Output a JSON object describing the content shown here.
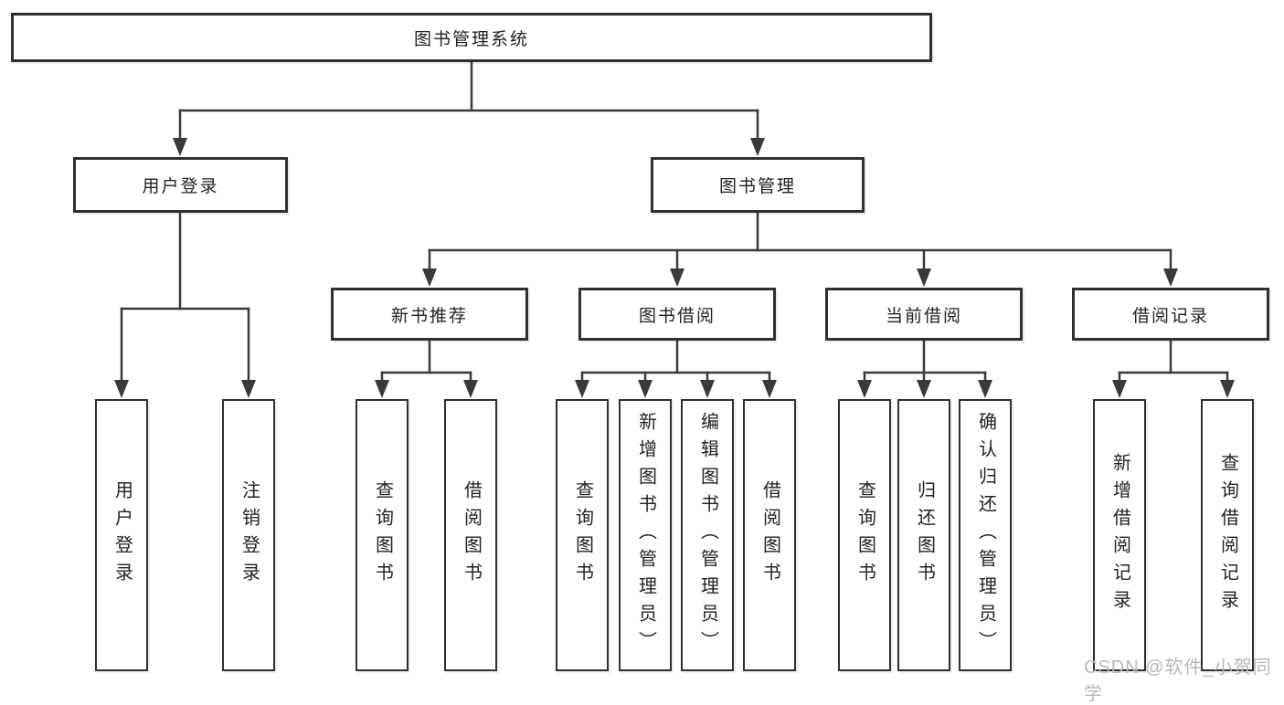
{
  "colors": {
    "background": "#ffffff",
    "box_border": "#2f2f2f",
    "connector": "#3a3a3a",
    "text": "#222222",
    "watermark_text": "#b5b8bb"
  },
  "tree": {
    "root": {
      "label": "图书管理系统"
    },
    "branches": [
      {
        "label": "用户登录",
        "children": [
          {
            "label": "用户登录"
          },
          {
            "label": "注销登录"
          }
        ]
      },
      {
        "label": "图书管理",
        "children": [
          {
            "label": "新书推荐",
            "children": [
              {
                "label": "查询图书"
              },
              {
                "label": "借阅图书"
              }
            ]
          },
          {
            "label": "图书借阅",
            "children": [
              {
                "label": "查询图书"
              },
              {
                "label": "新增图书（管理员）"
              },
              {
                "label": "编辑图书（管理员）"
              },
              {
                "label": "借阅图书"
              }
            ]
          },
          {
            "label": "当前借阅",
            "children": [
              {
                "label": "查询图书"
              },
              {
                "label": "归还图书"
              },
              {
                "label": "确认归还（管理员）"
              }
            ]
          },
          {
            "label": "借阅记录",
            "children": [
              {
                "label": "新增借阅记录"
              },
              {
                "label": "查询借阅记录"
              }
            ]
          }
        ]
      }
    ]
  },
  "watermark": {
    "text": "CSDN @软件_小贺同学"
  }
}
